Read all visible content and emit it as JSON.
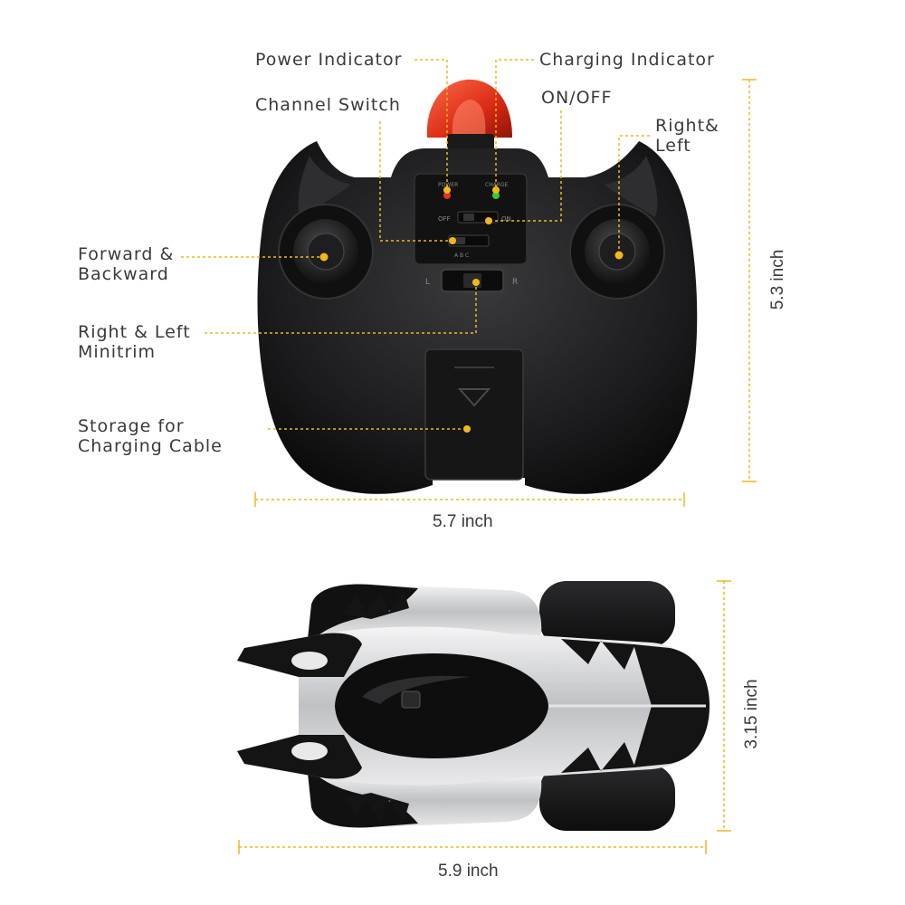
{
  "callouts": {
    "power_indicator": "Power Indicator",
    "charging_indicator": "Charging Indicator",
    "channel_switch": "Channel Switch",
    "on_off": "ON/OFF",
    "right_left_line1": "Right&",
    "right_left_line2": "Left",
    "forward_line1": "Forward &",
    "forward_line2": "Backward",
    "minitrim_line1": "Right & Left",
    "minitrim_line2": "Minitrim",
    "storage_line1": "Storage for",
    "storage_line2": "Charging Cable"
  },
  "controller_labels": {
    "power": "POWER",
    "charge": "CHARGE",
    "off": "OFF",
    "on": "ON",
    "l": "L",
    "r": "R",
    "channels": "A B C"
  },
  "dimensions": {
    "remote_width": "5.7 inch",
    "remote_height": "5.3 inch",
    "car_width": "5.9 inch",
    "car_height": "3.15 inch"
  },
  "colors": {
    "guide_line": "#f2b71c",
    "controller_body": "#1c1c1e",
    "light_red": "#e8321e",
    "led_green": "#2ecc40",
    "car_silver": "#c9cbce"
  }
}
